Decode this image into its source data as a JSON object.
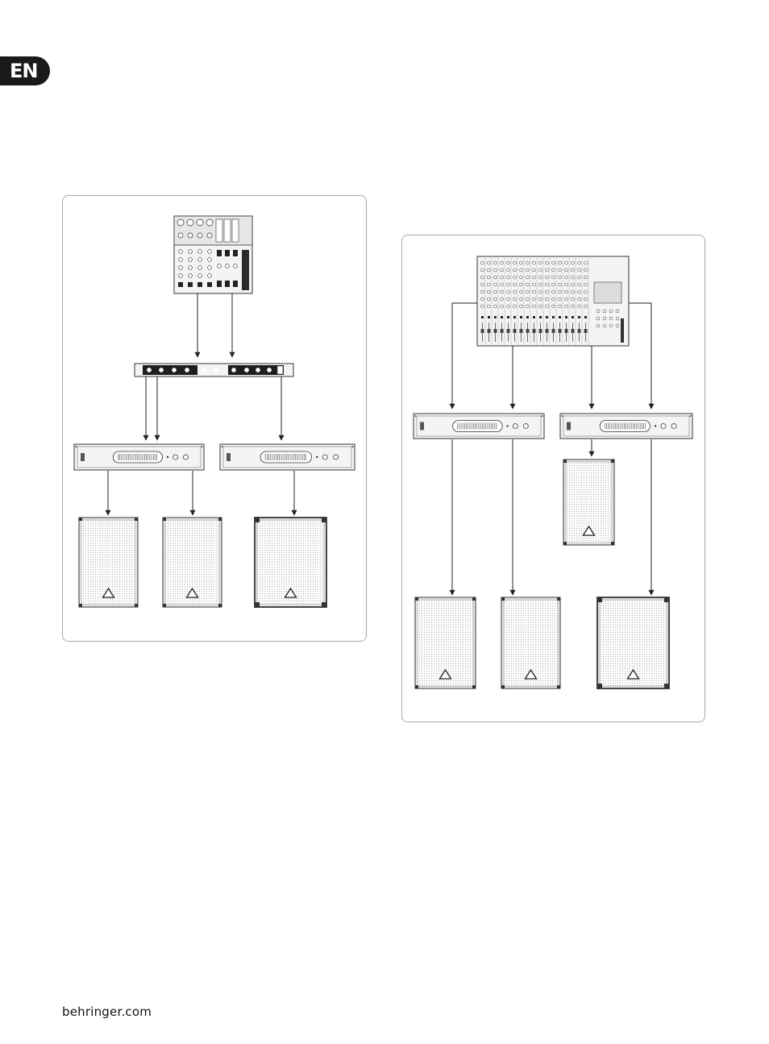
{
  "page": {
    "language_tab": "EN",
    "footer_url": "behringer.com"
  },
  "diagrams": [
    {
      "id": "left",
      "devices": [
        "mixer",
        "crossover",
        "amplifier",
        "amplifier",
        "speaker",
        "speaker",
        "subwoofer"
      ]
    },
    {
      "id": "right",
      "devices": [
        "mixer",
        "amplifier",
        "amplifier",
        "monitor",
        "speaker",
        "speaker",
        "subwoofer"
      ]
    }
  ],
  "colors": {
    "line": "#222222",
    "frame": "#a8a8a8",
    "device_fill": "#f2f2f2",
    "grille": "#cfcfcf"
  }
}
